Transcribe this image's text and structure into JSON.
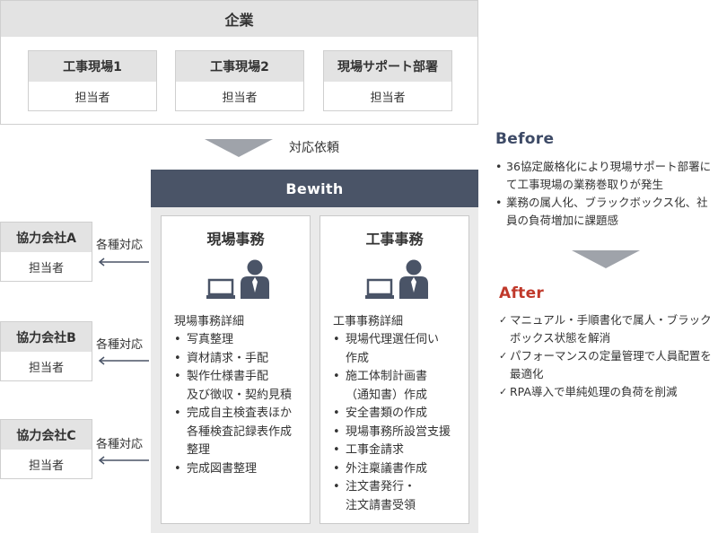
{
  "enterprise": {
    "title": "企業",
    "sites": [
      {
        "name": "工事現場1",
        "person": "担当者"
      },
      {
        "name": "工事現場2",
        "person": "担当者"
      },
      {
        "name": "現場サポート部署",
        "person": "担当者"
      }
    ]
  },
  "request_label": "対応依頼",
  "bewith": {
    "title": "Bewith",
    "panels": [
      {
        "title": "現場事務",
        "subtitle": "現場事務詳細",
        "items": [
          "写真整理",
          "資材請求・手配",
          "製作仕様書手配\n及び徴収・契約見積",
          "完成自主検査表ほか\n各種検査記録表作成\n整理",
          "完成図書整理"
        ]
      },
      {
        "title": "工事事務",
        "subtitle": "工事事務詳細",
        "items": [
          "現場代理選任伺い\n作成",
          "施工体制計画書\n（通知書）作成",
          "安全書類の作成",
          "現場事務所設営支援",
          "工事金請求",
          "外注稟議書作成",
          "注文書発行・\n注文請書受領"
        ]
      }
    ]
  },
  "partners": [
    {
      "name": "協力会社A",
      "person": "担当者",
      "label": "各種対応"
    },
    {
      "name": "協力会社B",
      "person": "担当者",
      "label": "各種対応"
    },
    {
      "name": "協力会社C",
      "person": "担当者",
      "label": "各種対応"
    }
  ],
  "before": {
    "title": "Before",
    "items": [
      "36協定厳格化により現場サポート部署にて工事現場の業務巻取りが発生",
      "業務の属人化、ブラックボックス化、社員の負荷増加に課題感"
    ]
  },
  "after": {
    "title": "After",
    "items": [
      "マニュアル・手順書化で属人・ブラックボックス状態を解消",
      "パフォーマンスの定量管理で人員配置を最適化",
      "RPA導入で単純処理の負荷を削減"
    ]
  },
  "colors": {
    "header_bg": "#e3e3e3",
    "bewith_bg": "#4a5467",
    "before": "#3d4a66",
    "after": "#c0392b",
    "arrow": "#9fa3aa"
  }
}
